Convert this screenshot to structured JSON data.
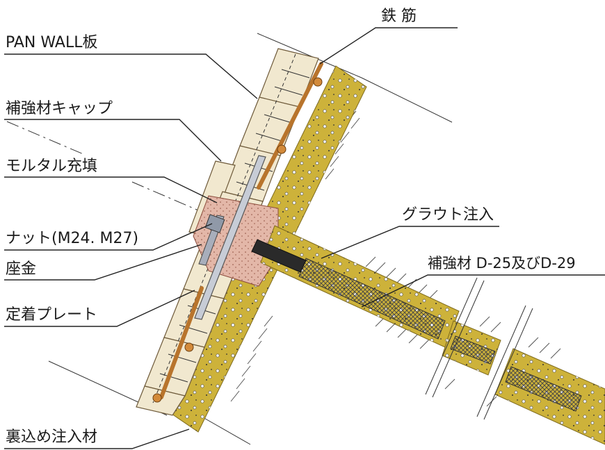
{
  "labels": {
    "rebar": "鉄 筋",
    "pan_wall": "PAN WALL板",
    "cap": "補強材キャップ",
    "mortar": "モルタル充填",
    "nut": "ナット(M24. M27)",
    "washer": "座金",
    "grout": "グラウト注入",
    "reinforcement": "補強材 D-25及びD-29",
    "plate": "定着プレート",
    "backfill": "裏込め注入材"
  },
  "colors": {
    "panel": "#f1e8cf",
    "backfill_band": "#cdb23a",
    "rebar": "#b8742c",
    "mortar": "#e3b7a8",
    "plate": "#c7ccd6",
    "mesh": "#444444"
  }
}
